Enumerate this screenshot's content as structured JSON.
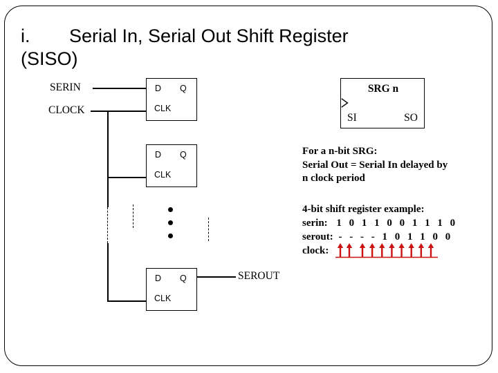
{
  "slide": {
    "title_number": "i.",
    "title_text": "Serial In, Serial Out Shift Register (SISO)",
    "title_line1": "Serial In, Serial Out Shift Register",
    "title_line2": "(SISO)"
  },
  "diagram": {
    "input_labels": {
      "serin": "SERIN",
      "clock": "CLOCK"
    },
    "output_labels": {
      "serout": "SEROUT"
    },
    "flipflops": [
      {
        "d": "D",
        "q": "Q",
        "clk": "CLK"
      },
      {
        "d": "D",
        "q": "Q",
        "clk": "CLK"
      },
      {
        "d": "D",
        "q": "Q",
        "clk": "CLK"
      }
    ],
    "ellipsis_dots": 3
  },
  "srg_block": {
    "title": "SRG n",
    "serial_in_pin": "SI",
    "serial_out_pin": "SO",
    "clock_marker": "clock-triangle-icon"
  },
  "notes": {
    "nbit_note_line1": "For a n-bit SRG:",
    "nbit_note_line2": "Serial Out = Serial In delayed by",
    "nbit_note_line3": "n clock period"
  },
  "example": {
    "heading": "4-bit shift register example:",
    "serin_label": "serin:",
    "serin_bits": "1 0 1 1 0 0 1 1 1 0",
    "serout_label": "serout:",
    "serout_bits": "- - - - 1 0 1 1 0 0",
    "clock_label": "clock:",
    "clock_edge_count": 10,
    "clock_color": "#CC1111"
  },
  "colors": {
    "text": "#000000",
    "line": "#000000",
    "background": "#FFFFFF",
    "accent_red": "#CC1111"
  }
}
